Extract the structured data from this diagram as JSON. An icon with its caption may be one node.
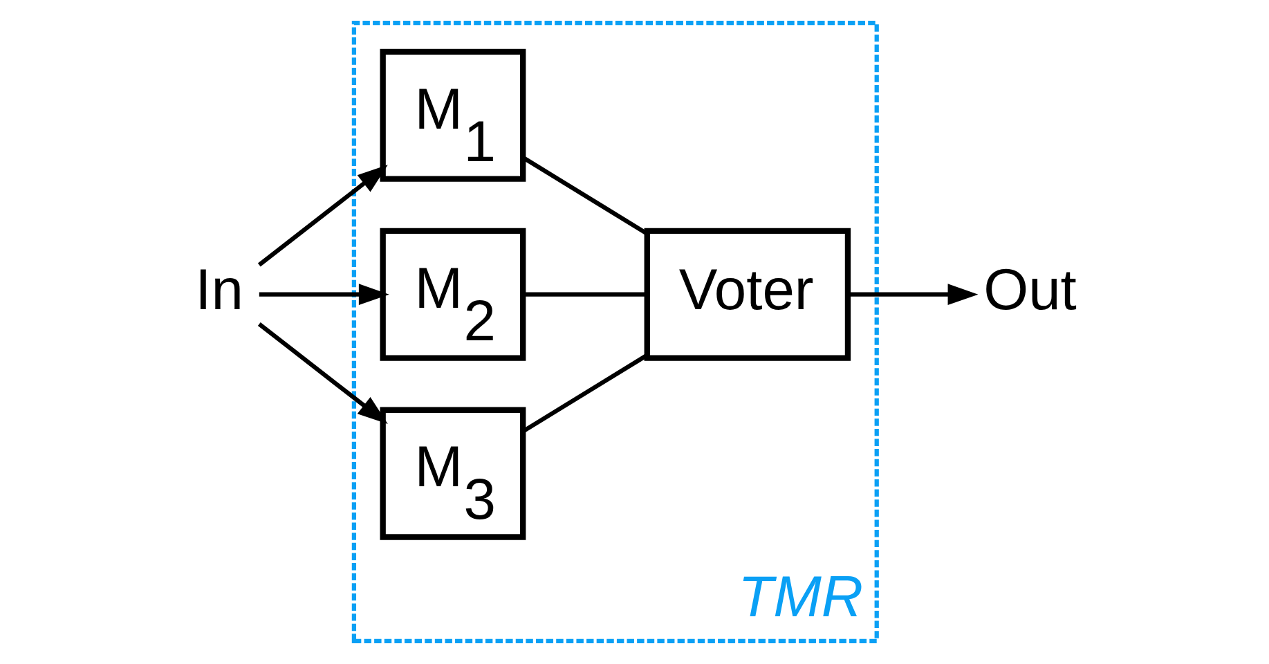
{
  "diagram": {
    "nodes": [
      {
        "text": [
          "In"
        ]
      },
      {
        "text": [
          "TMR"
        ]
      },
      {
        "text": [
          "M$_{1}$"
        ],
        "in": 1
      },
      {
        "text": [
          "M$_{2}$"
        ],
        "in": 1
      },
      {
        "text": [
          "M$_{3}$"
        ],
        "in": 1
      },
      {
        "text": [
          "Voter"
        ],
        "in": 1
      },
      {
        "text": [
          "Out"
        ]
      }
    ],
    "edges": [
      {
        "from": 0,
        "to": 2,
        "arrow": "to"
      },
      {
        "from": 0,
        "to": 3,
        "arrow": "to"
      },
      {
        "from": 0,
        "to": 4,
        "arrow": "to"
      },
      {
        "from": 2,
        "to": 5,
        "arrow": "none"
      },
      {
        "from": 3,
        "to": 5,
        "arrow": "none"
      },
      {
        "from": 4,
        "to": 5,
        "arrow": "none"
      },
      {
        "from": 5,
        "to": 6,
        "arrow": "to"
      }
    ]
  }
}
